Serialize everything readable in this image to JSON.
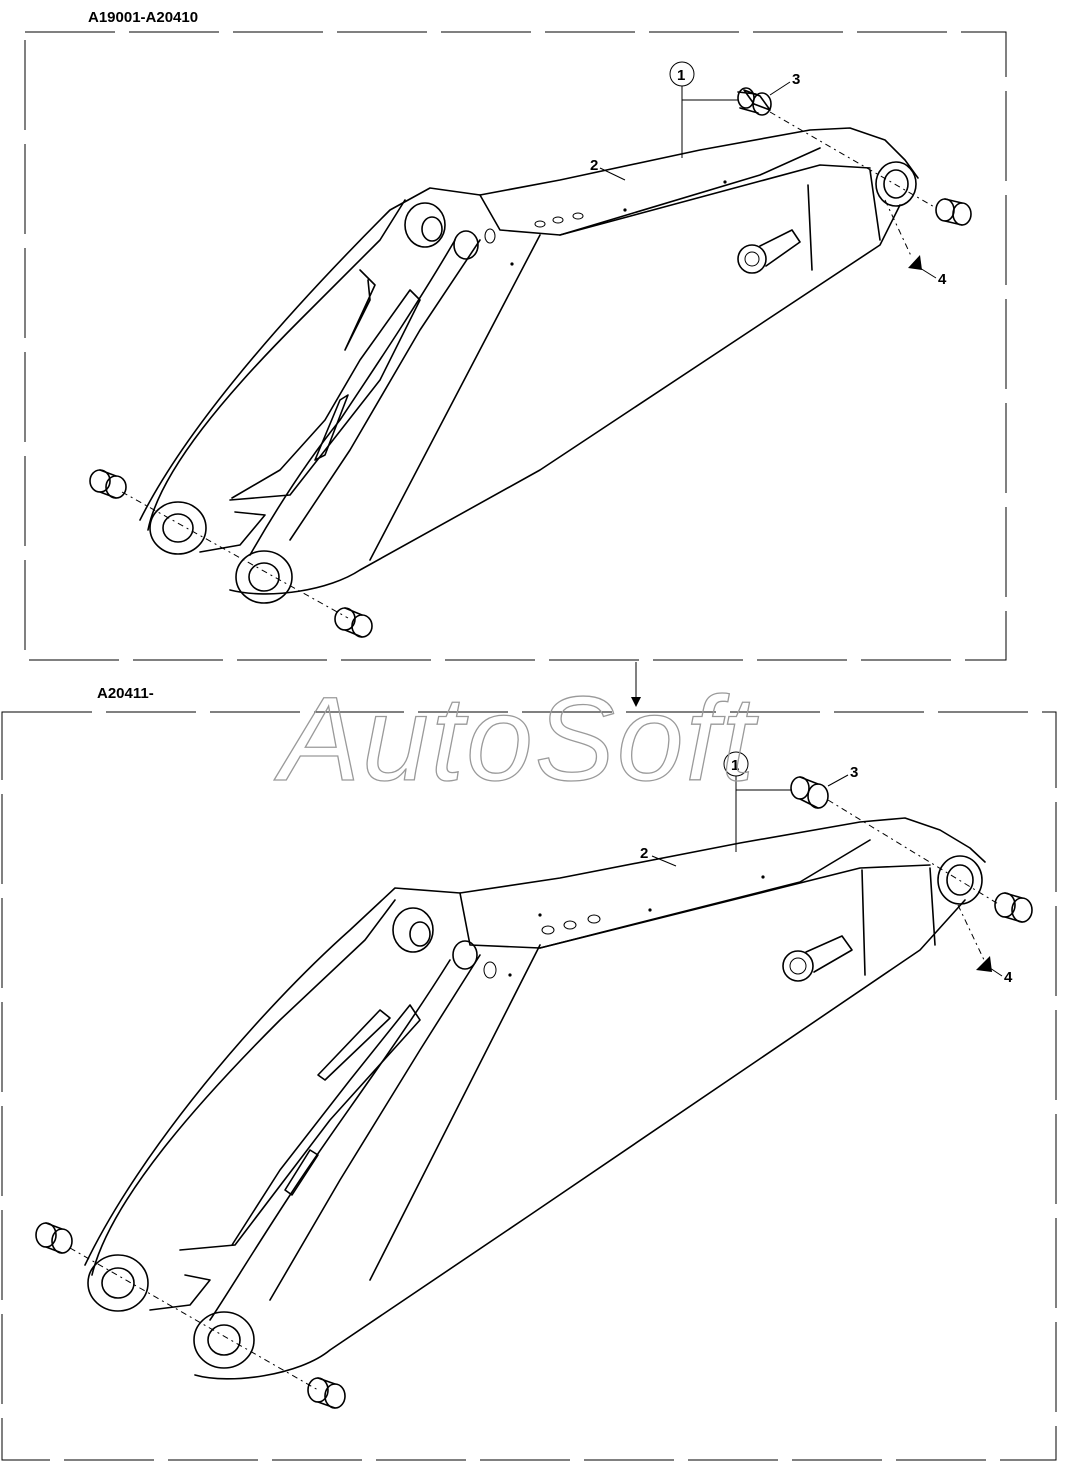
{
  "sections": [
    {
      "label": "A19001-A20410"
    },
    {
      "label": "A20411-"
    }
  ],
  "watermark": "AutoSoft",
  "callouts": {
    "top": [
      "1",
      "2",
      "3",
      "4"
    ],
    "bottom": [
      "1",
      "2",
      "3",
      "4"
    ]
  }
}
